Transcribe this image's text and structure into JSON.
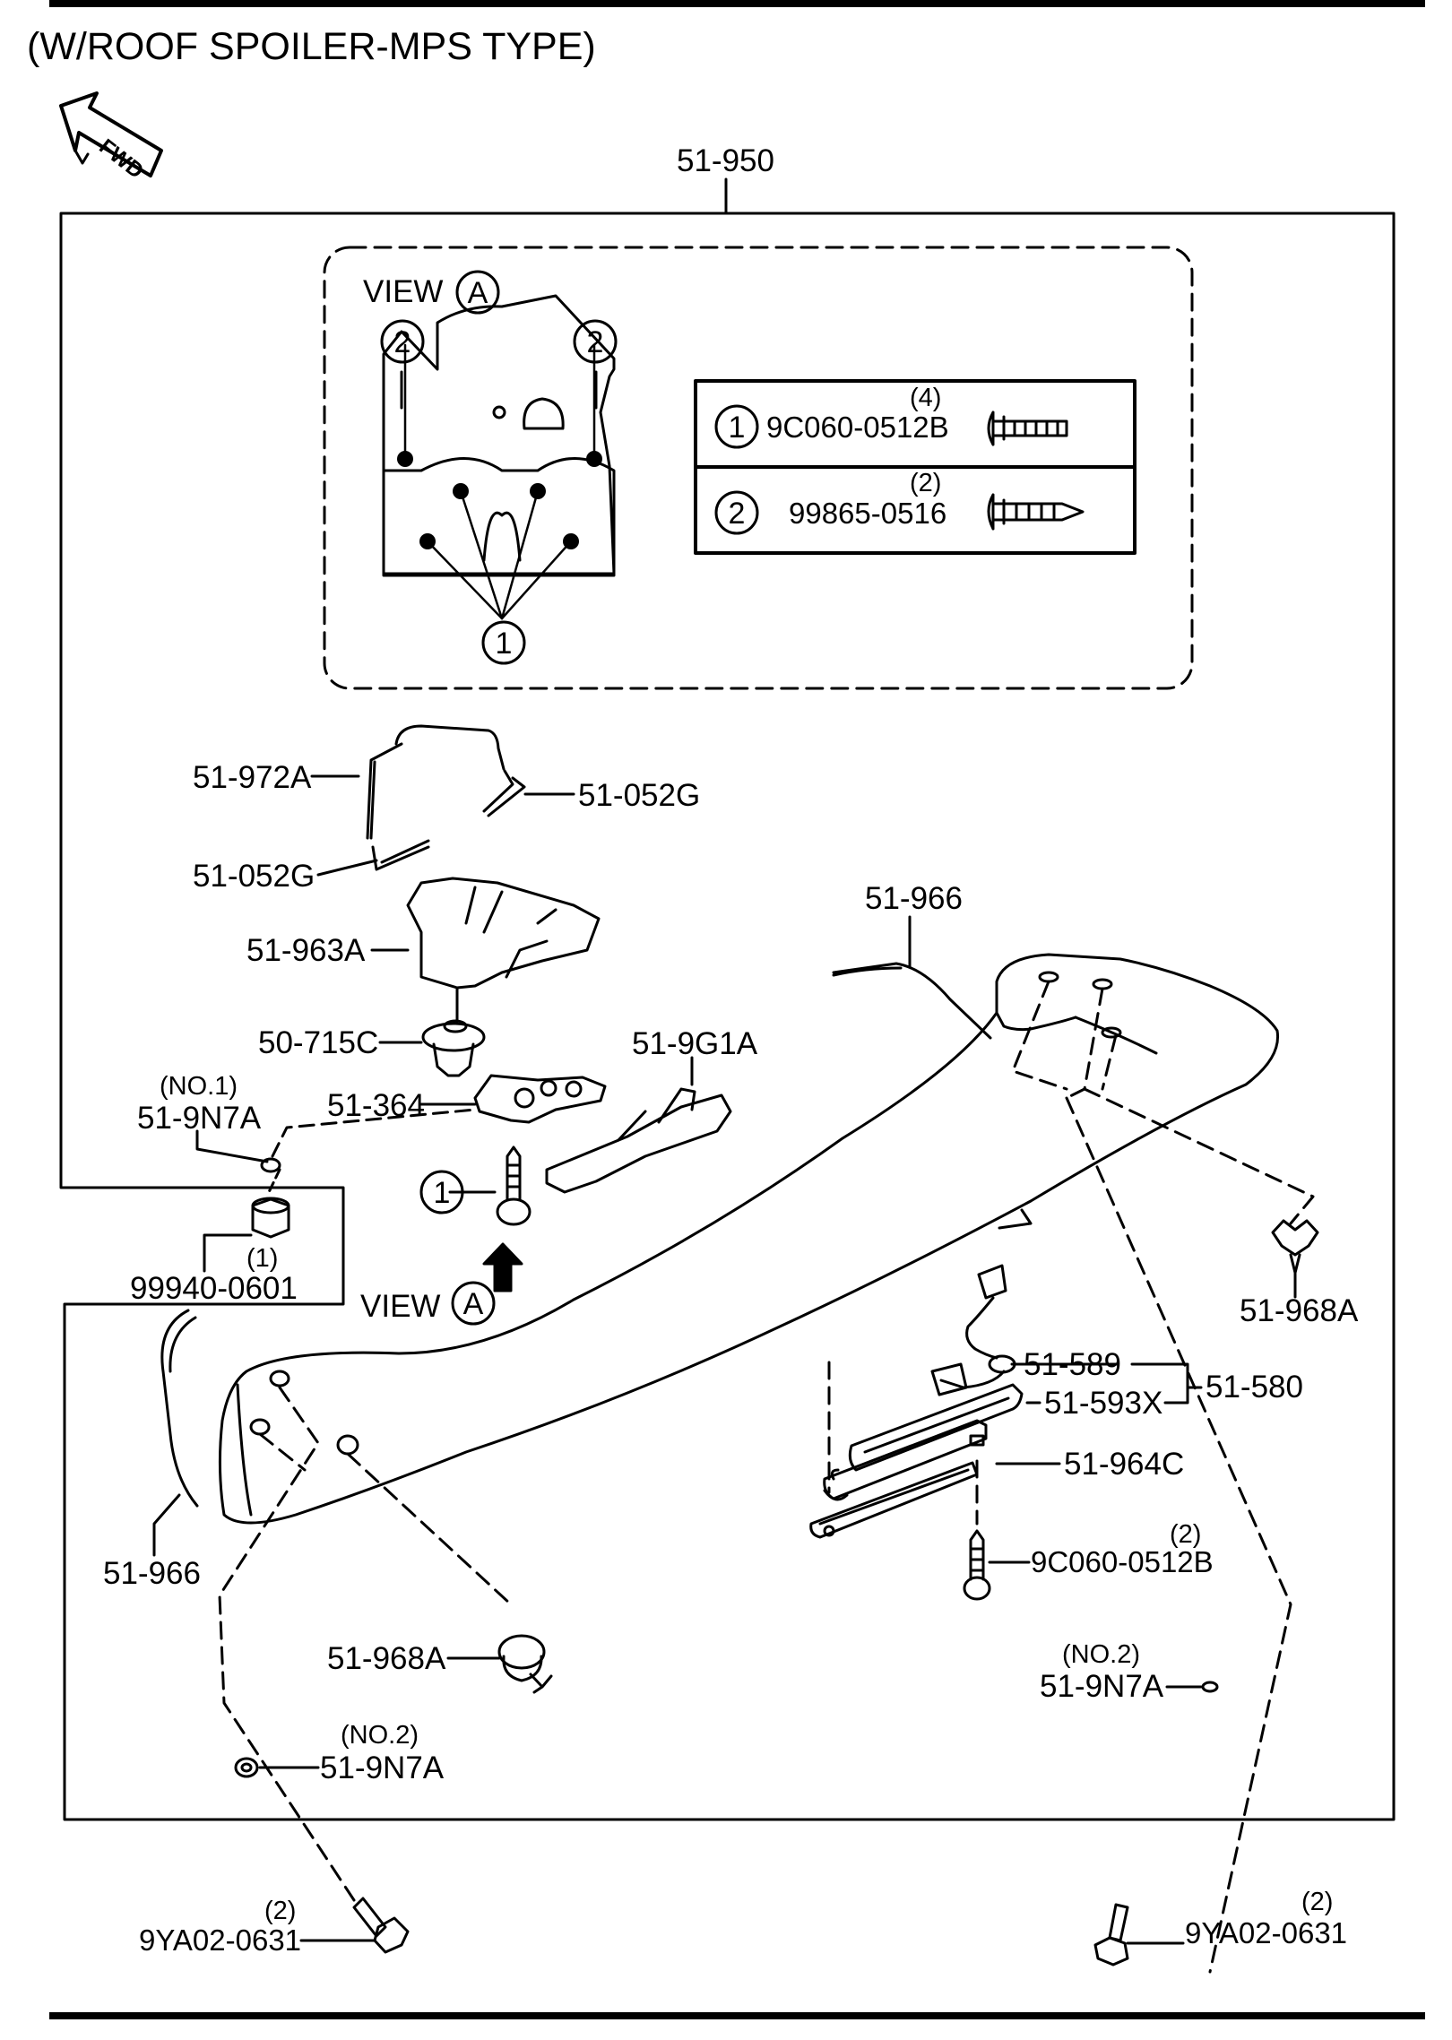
{
  "title": "(W/ROOF SPOILER-MPS TYPE)",
  "fwd_label": "FWD",
  "view_label": "VIEW",
  "view_letter": "A",
  "legend": [
    {
      "num": "1",
      "part": "9C060-0512B",
      "qty": "(4)"
    },
    {
      "num": "2",
      "part": "99865-0516",
      "qty": "(2)"
    }
  ],
  "callouts": {
    "one": "1",
    "two": "2"
  },
  "labels": {
    "assembly": "51-950",
    "wire_972a": "51-972A",
    "clip_052g_r": "51-052G",
    "clip_052g_l": "51-052G",
    "bracket_963a": "51-963A",
    "clip_715c": "50-715C",
    "no1": "(NO.1)",
    "seal_9n7a_1": "51-9N7A",
    "bracket_364": "51-364",
    "bracket_9g1a": "51-9G1A",
    "nut_qty": "(1)",
    "nut_part": "99940-0601",
    "molding_966_top": "51-966",
    "molding_966_left": "51-966",
    "fastener_968a_r": "51-968A",
    "fastener_968a_b": "51-968A",
    "lamp_589": "51-589",
    "lamp_580": "51-580",
    "lamp_593x": "51-593X",
    "cover_964c": "51-964C",
    "screw_qty": "(2)",
    "screw_part": "9C060-0512B",
    "no2_right": "(NO.2)",
    "seal_9n7a_r": "51-9N7A",
    "no2_left": "(NO.2)",
    "seal_9n7a_l": "51-9N7A",
    "bolt_l_qty": "(2)",
    "bolt_l_part": "9YA02-0631",
    "bolt_r_qty": "(2)",
    "bolt_r_part": "9YA02-0631"
  }
}
